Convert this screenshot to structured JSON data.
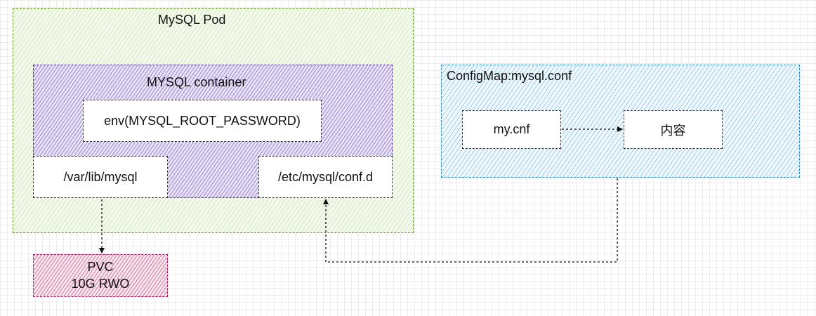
{
  "pod": {
    "title": "MySQL Pod"
  },
  "container": {
    "title": "MYSQL container",
    "env": "env(MYSQL_ROOT_PASSWORD)",
    "data_mount": "/var/lib/mysql",
    "conf_mount": "/etc/mysql/conf.d"
  },
  "configmap": {
    "title": "ConfigMap:mysql.conf",
    "key": "my.cnf",
    "value": "内容"
  },
  "pvc": {
    "line1": "PVC",
    "line2": "10G  RWO"
  },
  "colors": {
    "pod_border": "#5a8f1e",
    "container_border": "#4d2f94",
    "configmap_border": "#2a8cbf",
    "pvc_border": "#a31559"
  }
}
